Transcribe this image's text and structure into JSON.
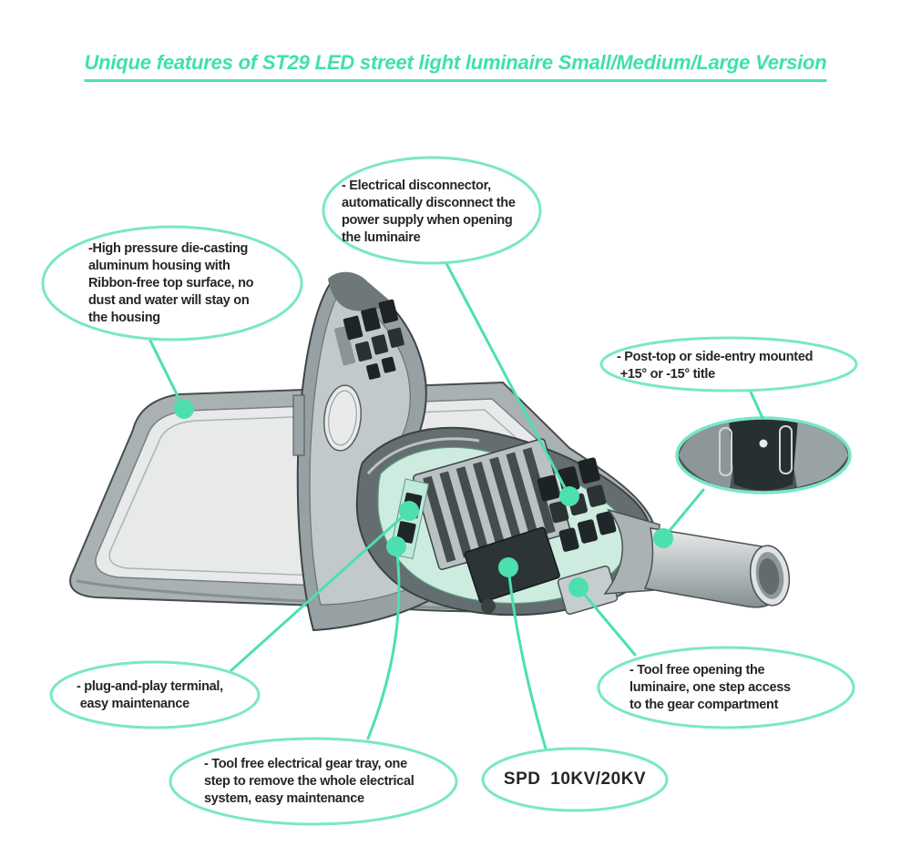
{
  "title": "Unique features of ST29 LED street light luminaire Small/Medium/Large Version",
  "callouts": {
    "disconnector": "- Electrical disconnector,\nautomatically disconnect the\npower supply when opening\nthe luminaire",
    "housing": "-High pressure die-casting\naluminum housing with\nRibbon-free top surface, no\ndust and water will stay on\nthe housing",
    "mounting": "- Post-top or side-entry mounted\n +15° or -15° title",
    "terminal": "- plug-and-play terminal,\n easy maintenance",
    "gear_tray": "- Tool free electrical gear tray, one\nstep to remove the whole electrical\nsystem, easy maintenance",
    "spd": "SPD 10KV/20KV",
    "opening": "- Tool free opening the\nluminaire, one step access\nto the gear compartment"
  },
  "colors": {
    "accent_title": "#40E0AC",
    "bubble_stroke": "#7AE7C6",
    "leader_line": "#4DE0AE",
    "tray_highlight": "#CDECDF",
    "text": "#262626"
  }
}
